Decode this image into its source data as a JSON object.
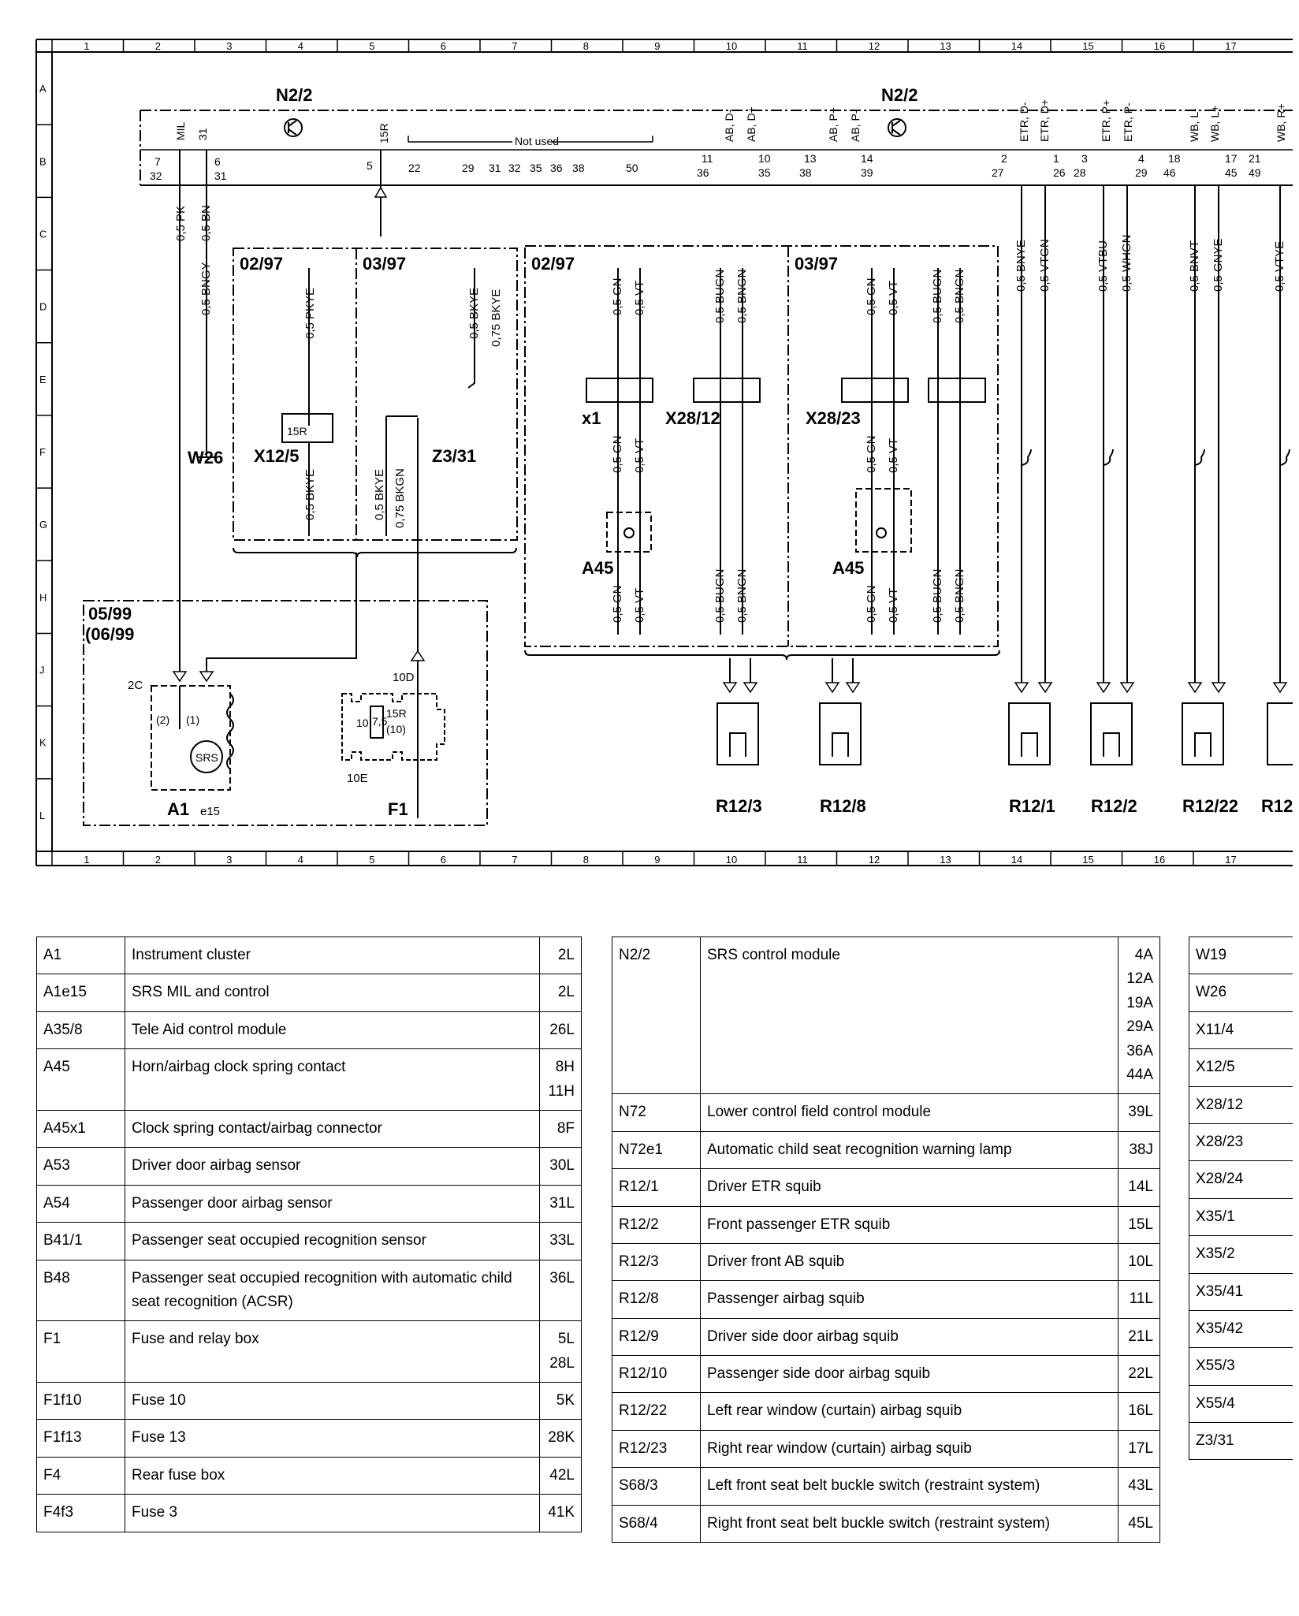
{
  "diagram": {
    "columns": [
      "1",
      "2",
      "3",
      "4",
      "5",
      "6",
      "7",
      "8",
      "9",
      "10",
      "11",
      "12",
      "13",
      "14",
      "15",
      "16",
      "17"
    ],
    "rows": [
      "A",
      "B",
      "C",
      "D",
      "E",
      "F",
      "G",
      "H",
      "J",
      "K",
      "L"
    ],
    "module": "N2/2",
    "not_used": "Not used",
    "pins": {
      "p7": "7",
      "p32": "32",
      "p6": "6",
      "p31": "31",
      "p5": "5",
      "p22": "22",
      "p29": "29",
      "p31b": "31",
      "p32b": "32",
      "p35": "35",
      "p36": "36",
      "p38": "38",
      "p50": "50",
      "p11": "11",
      "p36b": "36",
      "p10": "10",
      "p35b": "35",
      "p13": "13",
      "p38b": "38",
      "p14": "14",
      "p39": "39",
      "p2": "2",
      "p27": "27",
      "p1": "1",
      "p26": "26",
      "p28": "28",
      "p3": "3",
      "p4": "4",
      "p29b": "29",
      "p18": "18",
      "p46": "46",
      "p17": "17",
      "p21": "21",
      "p45": "45",
      "p49": "49"
    },
    "pin_names": [
      "MIL",
      "31",
      "15R",
      "AB, D-",
      "AB, D+",
      "AB, P+",
      "AB, P-",
      "ETR, D-",
      "ETR, D+",
      "ETR, P+",
      "ETR, P-",
      "WB, L-",
      "WB, L+",
      "WB, R+"
    ],
    "date_codes": [
      "02/97",
      "03/97",
      "02/97",
      "03/97",
      "05/99",
      "(06/99"
    ],
    "wires": [
      "0,5 PK",
      "0,5 BN",
      "0,5 BNGY",
      "0,5 PKYE",
      "0,5 BKYE",
      "0,75 BKYE",
      "0,5 BKYE",
      "0,5 BKYE",
      "0,75 BKGN",
      "0,5 GN",
      "0,5 VT",
      "0,5 BUGN",
      "0,5 BNGN",
      "0,5 BNYE",
      "0,5 VTGN",
      "0,5 VTBU",
      "0,5 WHGN",
      "0,5 BNVT",
      "0,5 GNYE",
      "0,5 VTYE"
    ],
    "components": [
      "W26",
      "X12/5",
      "Z3/31",
      "x1",
      "X28/12",
      "X28/23",
      "A45",
      "A45",
      "A1",
      "e15",
      "F1",
      "R12/3",
      "R12/8",
      "R12/1",
      "R12/2",
      "R12/22",
      "R12/"
    ],
    "misc": [
      "15R",
      "2C",
      "10D",
      "10E",
      "10",
      "7,5",
      "15R",
      "(10)",
      "SRS",
      "(2)",
      "(1)"
    ]
  },
  "legend": {
    "col1": [
      {
        "code": "A1",
        "desc": "Instrument cluster",
        "loc": "2L"
      },
      {
        "code": "A1e15",
        "desc": "SRS MIL and control",
        "loc": "2L"
      },
      {
        "code": "A35/8",
        "desc": "Tele Aid control module",
        "loc": "26L"
      },
      {
        "code": "A45",
        "desc": "Horn/airbag clock spring contact",
        "loc": "8H\n11H"
      },
      {
        "code": "A45x1",
        "desc": "Clock spring contact/airbag connector",
        "loc": "8F"
      },
      {
        "code": "A53",
        "desc": "Driver door airbag sensor",
        "loc": "30L"
      },
      {
        "code": "A54",
        "desc": "Passenger door airbag sensor",
        "loc": "31L"
      },
      {
        "code": "B41/1",
        "desc": "Passenger seat occupied recognition sensor",
        "loc": "33L"
      },
      {
        "code": "B48",
        "desc": "Passenger seat occupied recognition with automatic child seat recognition (ACSR)",
        "loc": "36L"
      },
      {
        "code": "F1",
        "desc": "Fuse and relay box",
        "loc": "5L\n28L"
      },
      {
        "code": "F1f10",
        "desc": "Fuse 10",
        "loc": "5K"
      },
      {
        "code": "F1f13",
        "desc": "Fuse 13",
        "loc": "28K"
      },
      {
        "code": "F4",
        "desc": "Rear fuse box",
        "loc": "42L"
      },
      {
        "code": "F4f3",
        "desc": "Fuse 3",
        "loc": "41K"
      }
    ],
    "col2": [
      {
        "code": "N2/2",
        "desc": "SRS control module",
        "loc": "4A\n12A\n19A\n29A\n36A\n44A"
      },
      {
        "code": "N72",
        "desc": "Lower control field control module",
        "loc": "39L"
      },
      {
        "code": "N72e1",
        "desc": "Automatic child seat recognition warning lamp",
        "loc": "38J"
      },
      {
        "code": "R12/1",
        "desc": "Driver ETR squib",
        "loc": "14L"
      },
      {
        "code": "R12/2",
        "desc": "Front passenger ETR squib",
        "loc": "15L"
      },
      {
        "code": "R12/3",
        "desc": "Driver front AB squib",
        "loc": "10L"
      },
      {
        "code": "R12/8",
        "desc": "Passenger airbag squib",
        "loc": "11L"
      },
      {
        "code": "R12/9",
        "desc": "Driver side door airbag squib",
        "loc": "21L"
      },
      {
        "code": "R12/10",
        "desc": "Passenger side door airbag squib",
        "loc": "22L"
      },
      {
        "code": "R12/22",
        "desc": "Left rear window (curtain) airbag squib",
        "loc": "16L"
      },
      {
        "code": "R12/23",
        "desc": "Right rear window (curtain) airbag squib",
        "loc": "17L"
      },
      {
        "code": "S68/3",
        "desc": "Left front seat belt buckle switch (restraint system)",
        "loc": "43L"
      },
      {
        "code": "S68/4",
        "desc": "Right front seat belt buckle switch (restraint system)",
        "loc": "45L"
      }
    ],
    "col3": [
      {
        "code": "W19"
      },
      {
        "code": "W26"
      },
      {
        "code": "X11/4"
      },
      {
        "code": "X12/5"
      },
      {
        "code": "X28/12"
      },
      {
        "code": "X28/23"
      },
      {
        "code": "X28/24"
      },
      {
        "code": "X35/1"
      },
      {
        "code": "X35/2"
      },
      {
        "code": "X35/41"
      },
      {
        "code": "X35/42"
      },
      {
        "code": "X55/3"
      },
      {
        "code": "X55/4"
      },
      {
        "code": "Z3/31"
      }
    ]
  }
}
